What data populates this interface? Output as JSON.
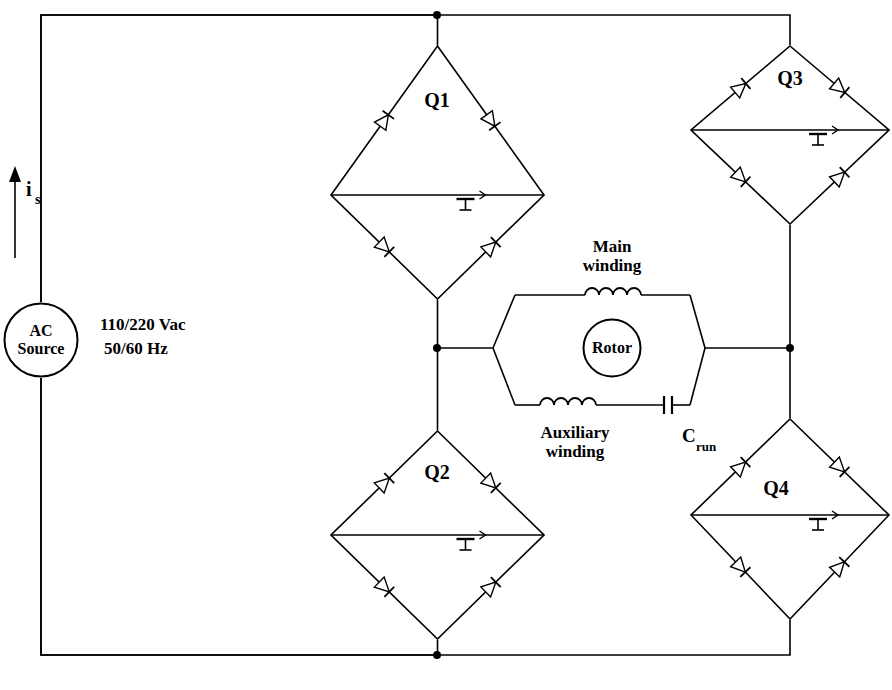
{
  "diagram": {
    "nodes": [
      {
        "text": [
          "AC Source"
        ]
      },
      {
        "text": [
          "Q1"
        ]
      },
      {
        "text": [
          "Q3"
        ]
      },
      {
        "text": [
          "Rotor"
        ]
      },
      {
        "text": [
          "Q2"
        ]
      },
      {
        "text": [
          "Q4"
        ]
      }
    ],
    "edges": [
      {
        "from": 0,
        "to": 1,
        "arrow": "none"
      },
      {
        "from": 0,
        "to": 2,
        "arrow": "none"
      },
      {
        "from": 1,
        "to": 4,
        "arrow": "none"
      },
      {
        "from": 2,
        "to": 5,
        "arrow": "none"
      },
      {
        "from": 4,
        "to": 0,
        "arrow": "none"
      },
      {
        "from": 5,
        "to": 0,
        "arrow": "none"
      }
    ],
    "labels": [
      "i",
      "s",
      "110/220 Vac",
      "50/60 Hz",
      "Main winding",
      "Auxiliary winding",
      "C",
      "run"
    ]
  }
}
